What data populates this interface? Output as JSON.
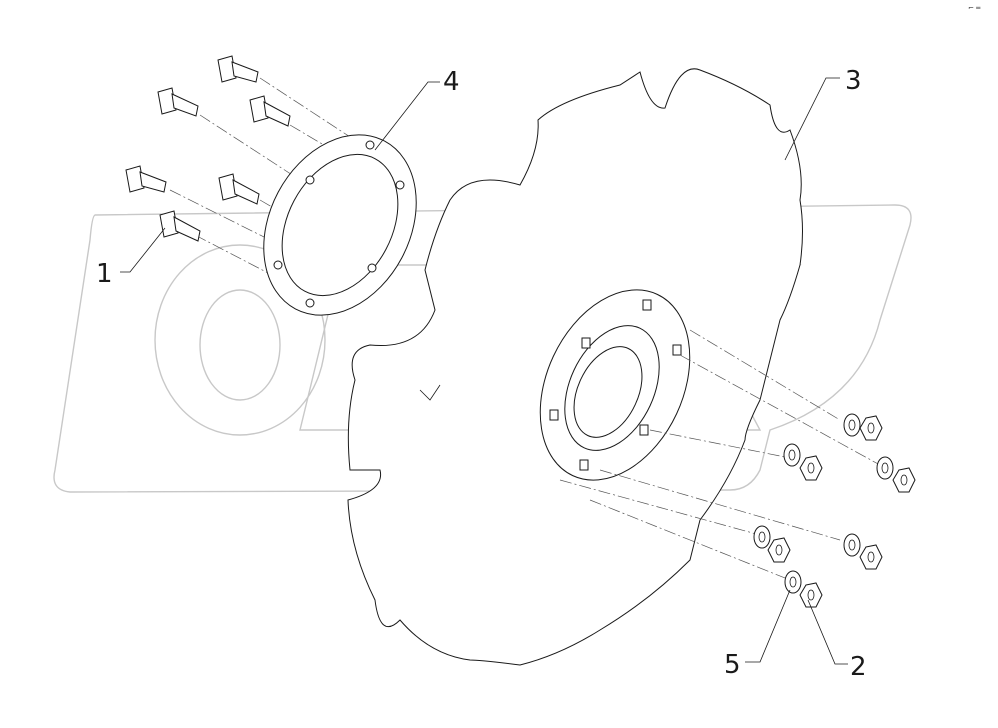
{
  "diagram": {
    "watermark_text": "OPEX",
    "corner_mark": "⌐ ═",
    "callouts": [
      {
        "id": "1",
        "label": "1"
      },
      {
        "id": "2",
        "label": "2"
      },
      {
        "id": "3",
        "label": "3"
      },
      {
        "id": "4",
        "label": "4"
      },
      {
        "id": "5",
        "label": "5"
      }
    ]
  }
}
